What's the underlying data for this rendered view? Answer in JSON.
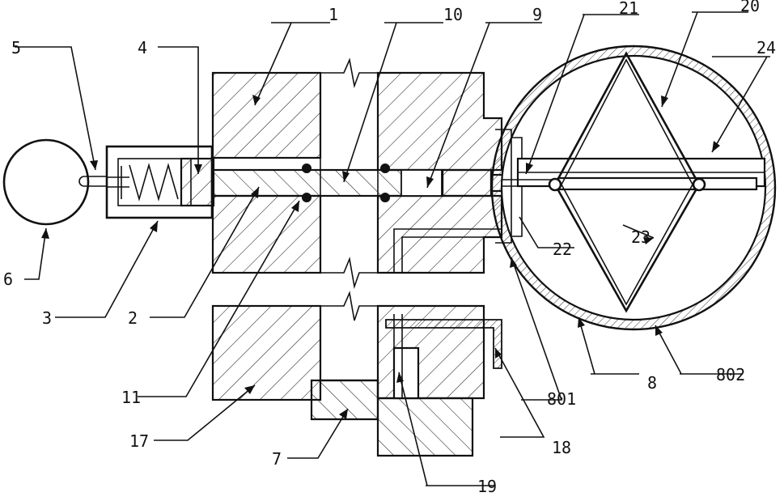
{
  "labels": {
    "l1": "1",
    "l2": "2",
    "l3": "3",
    "l4": "4",
    "l5": "5",
    "l6": "6",
    "l7": "7",
    "l8": "8",
    "l9": "9",
    "l10": "10",
    "l11": "11",
    "l17": "17",
    "l18": "18",
    "l19": "19",
    "l20": "20",
    "l21": "21",
    "l22": "22",
    "l23": "23",
    "l24": "24",
    "l801": "801",
    "l802": "802"
  }
}
